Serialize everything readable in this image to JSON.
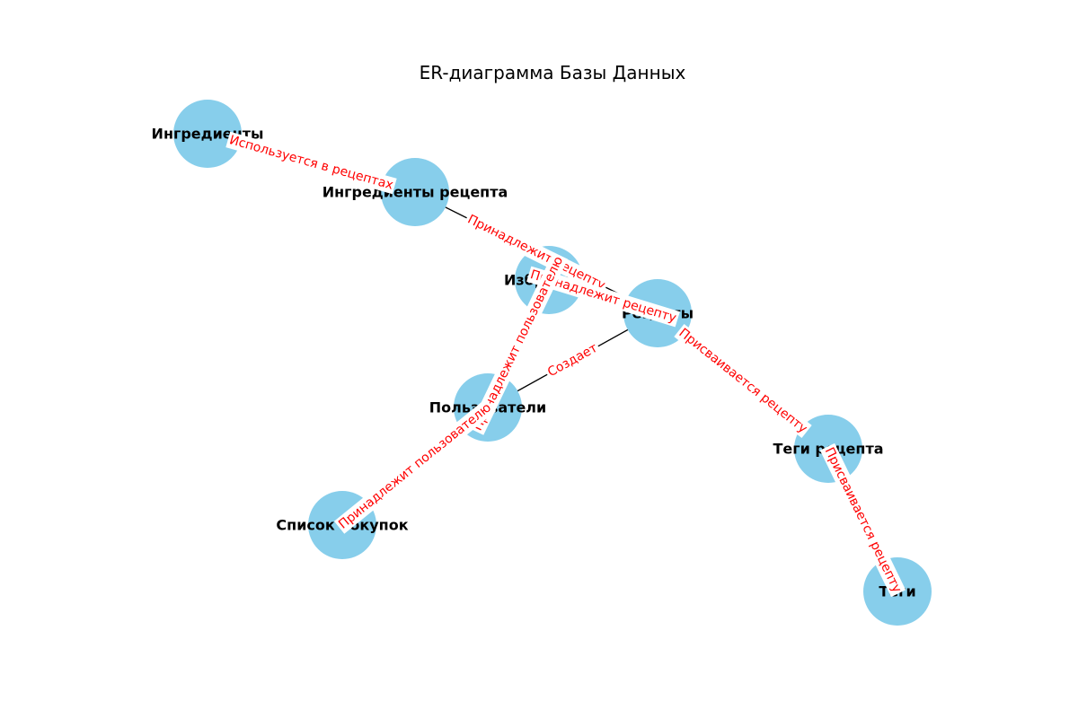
{
  "diagram": {
    "title": "ER-диаграмма Базы Данных",
    "colors": {
      "node_fill": "#87ceeb",
      "node_text": "#000000",
      "edge_line": "#000000",
      "edge_label": "#ff0000",
      "background": "#ffffff"
    },
    "nodes": [
      {
        "id": "ingredients",
        "label": "Ингредиенты"
      },
      {
        "id": "recipe_ingredients",
        "label": "Ингредиенты рецепта"
      },
      {
        "id": "favorites",
        "label": "Избранное"
      },
      {
        "id": "recipes",
        "label": "Рецепты"
      },
      {
        "id": "users",
        "label": "Пользователи"
      },
      {
        "id": "recipe_tags",
        "label": "Теги рецепта"
      },
      {
        "id": "shopping_list",
        "label": "Список покупок"
      },
      {
        "id": "tags",
        "label": "Теги"
      }
    ],
    "edges": [
      {
        "from": "ingredients",
        "to": "recipe_ingredients",
        "label": "Используется в рецептах"
      },
      {
        "from": "recipe_ingredients",
        "to": "recipes",
        "label": "Принадлежит рецепту"
      },
      {
        "from": "favorites",
        "to": "recipes",
        "label": "Принадлежит рецепту"
      },
      {
        "from": "favorites",
        "to": "users",
        "label": "Принадлежит пользователю"
      },
      {
        "from": "users",
        "to": "recipes",
        "label": "Создает"
      },
      {
        "from": "users",
        "to": "shopping_list",
        "label": "Принадлежит пользователю"
      },
      {
        "from": "recipes",
        "to": "recipe_tags",
        "label": "Присваивается рецепту"
      },
      {
        "from": "recipe_tags",
        "to": "tags",
        "label": "Присваивается рецепту"
      }
    ]
  }
}
